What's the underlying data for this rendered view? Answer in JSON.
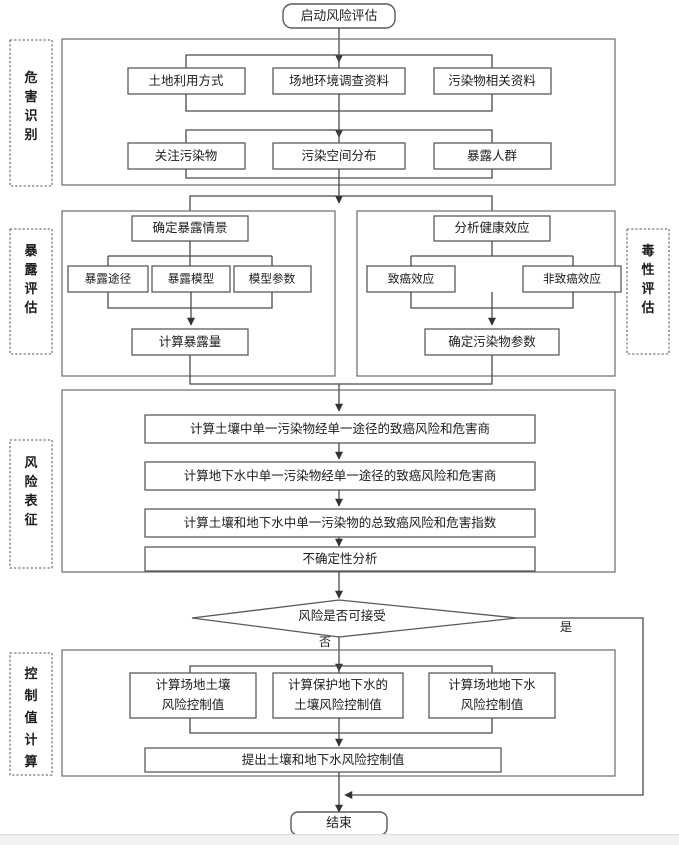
{
  "diagram": {
    "type": "flowchart",
    "title": "场地污染风险评估流程图",
    "orientation": "top-to-bottom"
  },
  "terminators": {
    "start": "启动风险评估",
    "end": "结束"
  },
  "phases": [
    {
      "id": "hazard",
      "label": "危害识别",
      "side": "left"
    },
    {
      "id": "exposure",
      "label": "暴露评估",
      "side": "left"
    },
    {
      "id": "toxicity",
      "label": "毒性评估",
      "side": "right"
    },
    {
      "id": "risk",
      "label": "风险表征",
      "side": "left"
    },
    {
      "id": "control",
      "label": "控制值计算",
      "side": "left"
    }
  ],
  "hazard_row1": [
    "土地利用方式",
    "场地环境调查资料",
    "污染物相关资料"
  ],
  "hazard_row2": [
    "关注污染物",
    "污染空间分布",
    "暴露人群"
  ],
  "exposure": {
    "scenario": "确定暴露情景",
    "middle": [
      "暴露途径",
      "暴露模型",
      "模型参数"
    ],
    "result": "计算暴露量"
  },
  "toxicity": {
    "analysis": "分析健康效应",
    "middle": [
      "致癌效应",
      "非致癌效应"
    ],
    "result": "确定污染物参数"
  },
  "risk_steps": [
    "计算土壤中单一污染物经单一途径的致癌风险和危害商",
    "计算地下水中单一污染物经单一途径的致癌风险和危害商",
    "计算土壤和地下水中单一污染物的总致癌风险和危害指数",
    "不确定性分析"
  ],
  "decision": {
    "text": "风险是否可接受",
    "yes_label": "是",
    "no_label": "否"
  },
  "control": {
    "boxes": [
      {
        "line1": "计算场地土壤",
        "line2": "风险控制值"
      },
      {
        "line1": "计算保护地下水的",
        "line2": "土壤风险控制值"
      },
      {
        "line1": "计算场地地下水",
        "line2": "风险控制值"
      }
    ],
    "result": "提出土壤和地下水风险控制值"
  },
  "colors": {
    "box_stroke": "#5a5a5a",
    "group_stroke": "#6b6b6b",
    "phase_stroke": "#777777",
    "line": "#4a4a4a",
    "text": "#1c1c1c",
    "background": "#ffffff"
  }
}
